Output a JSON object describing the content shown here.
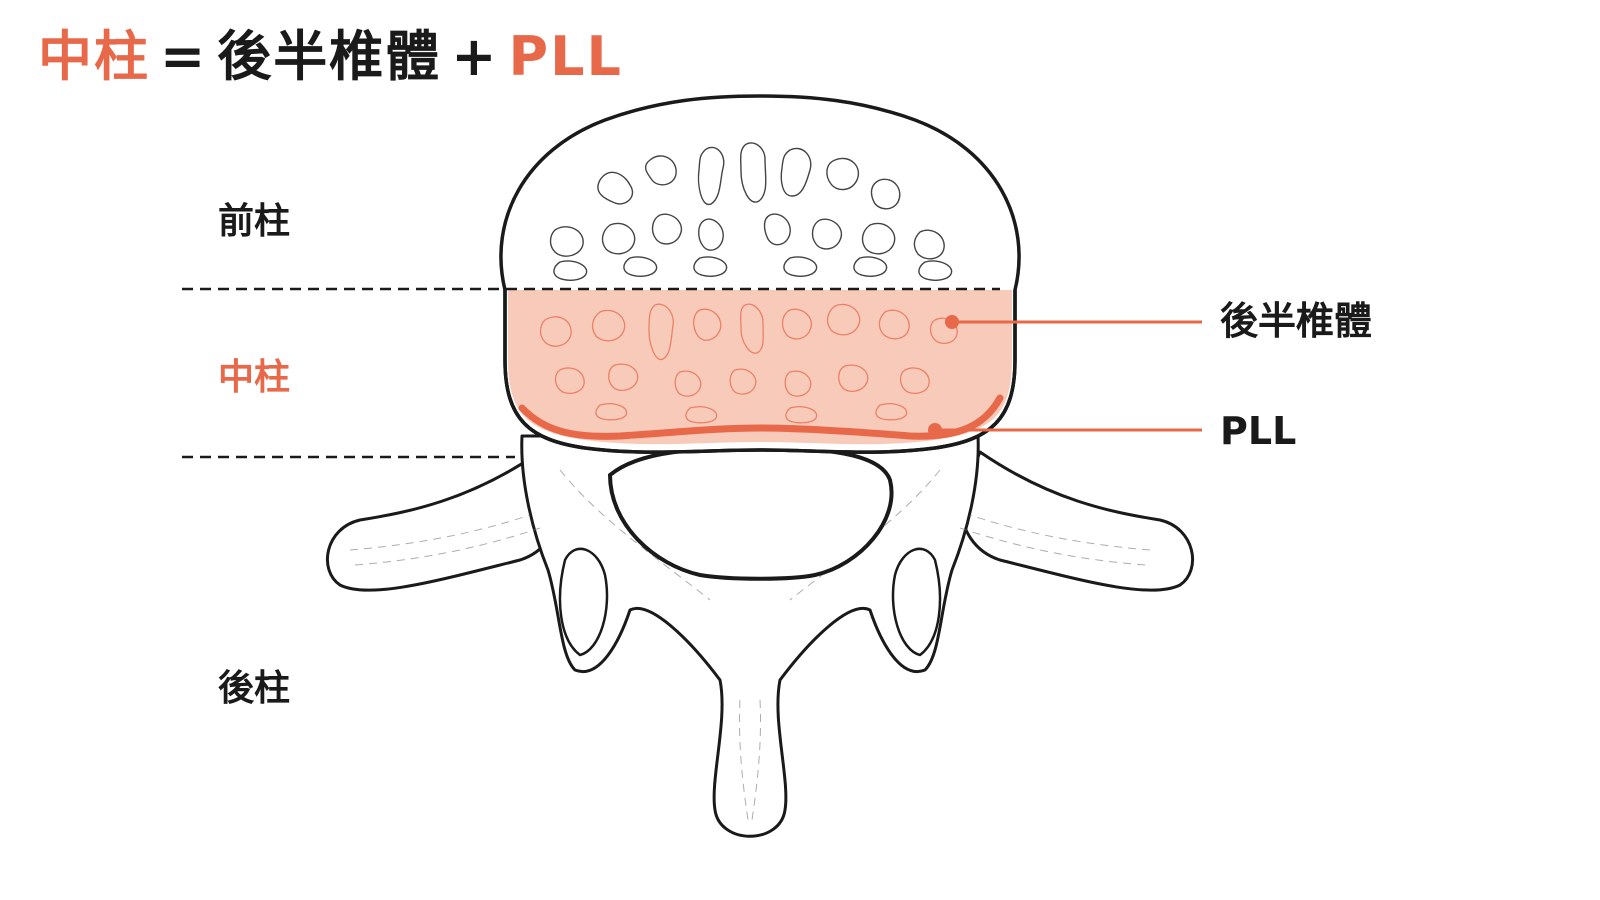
{
  "title": {
    "part1": "中柱",
    "equals": "=",
    "part2": "後半椎體",
    "plus": "+",
    "part3": "PLL"
  },
  "zones": {
    "anterior": "前柱",
    "middle": "中柱",
    "posterior": "後柱"
  },
  "callouts": {
    "posterior_body": "後半椎體",
    "pll": "PLL"
  },
  "colors": {
    "accent": "#e8694a",
    "highlight_fill": "#f7c4b2",
    "ink": "#1a1a1a"
  }
}
